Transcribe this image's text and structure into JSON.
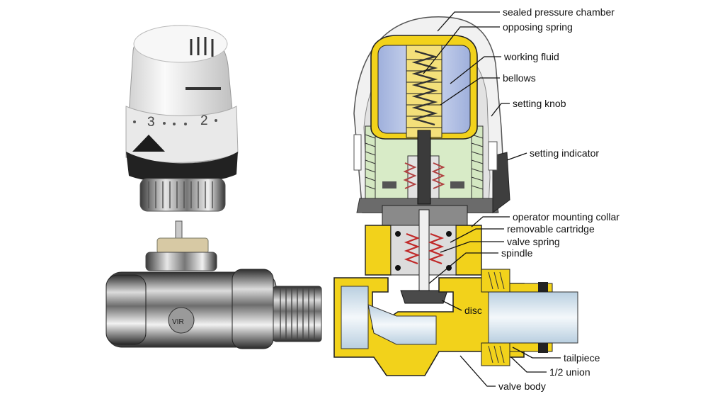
{
  "left_photo": {
    "dial_marks": [
      "3",
      "2"
    ],
    "logo_text": "VIR"
  },
  "labels": {
    "sealed_pressure_chamber": "sealed pressure chamber",
    "opposing_spring": "opposing spring",
    "working_fluid": "working fluid",
    "bellows": "bellows",
    "setting_knob": "setting knob",
    "setting_indicator": "setting indicator",
    "operator_mounting_collar": "operator mounting collar",
    "removable_cartridge": "removable cartridge",
    "valve_spring": "valve spring",
    "spindle": "spindle",
    "disc": "disc",
    "tailpiece": "tailpiece",
    "half_union": "1/2 union",
    "valve_body": "valve body"
  },
  "colors": {
    "brass": "#f2d21b",
    "fluid": "#b7c4e6",
    "green_part": "#d4e8c2",
    "chrome": "#8d8d8d",
    "knob_white": "#ececec"
  }
}
